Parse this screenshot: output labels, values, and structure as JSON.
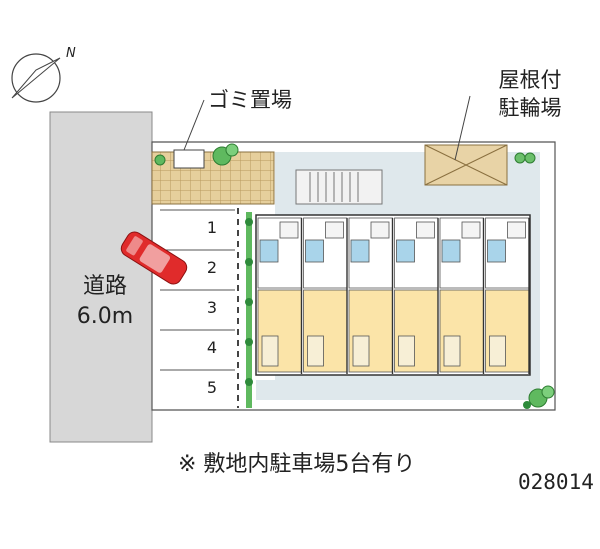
{
  "road": {
    "label": "道路",
    "width_label": "6.0m"
  },
  "trash_label": "ゴミ置場",
  "bike_parking": {
    "line1": "屋根付",
    "line2": "駐輪場"
  },
  "parking": {
    "spaces": [
      "1",
      "2",
      "3",
      "4",
      "5"
    ]
  },
  "compass": {
    "mark": "N"
  },
  "note": "※ 敷地内駐車場5台有り",
  "code": "028014",
  "colors": {
    "road": "#d7d7d7",
    "site_path": "#dfe8ec",
    "greenery": "#5fb95f",
    "room_floor": "#fbe4a8",
    "bathroom": "#a9d4ea",
    "car": "#e02b2b",
    "paving": "#e8d3a6"
  }
}
